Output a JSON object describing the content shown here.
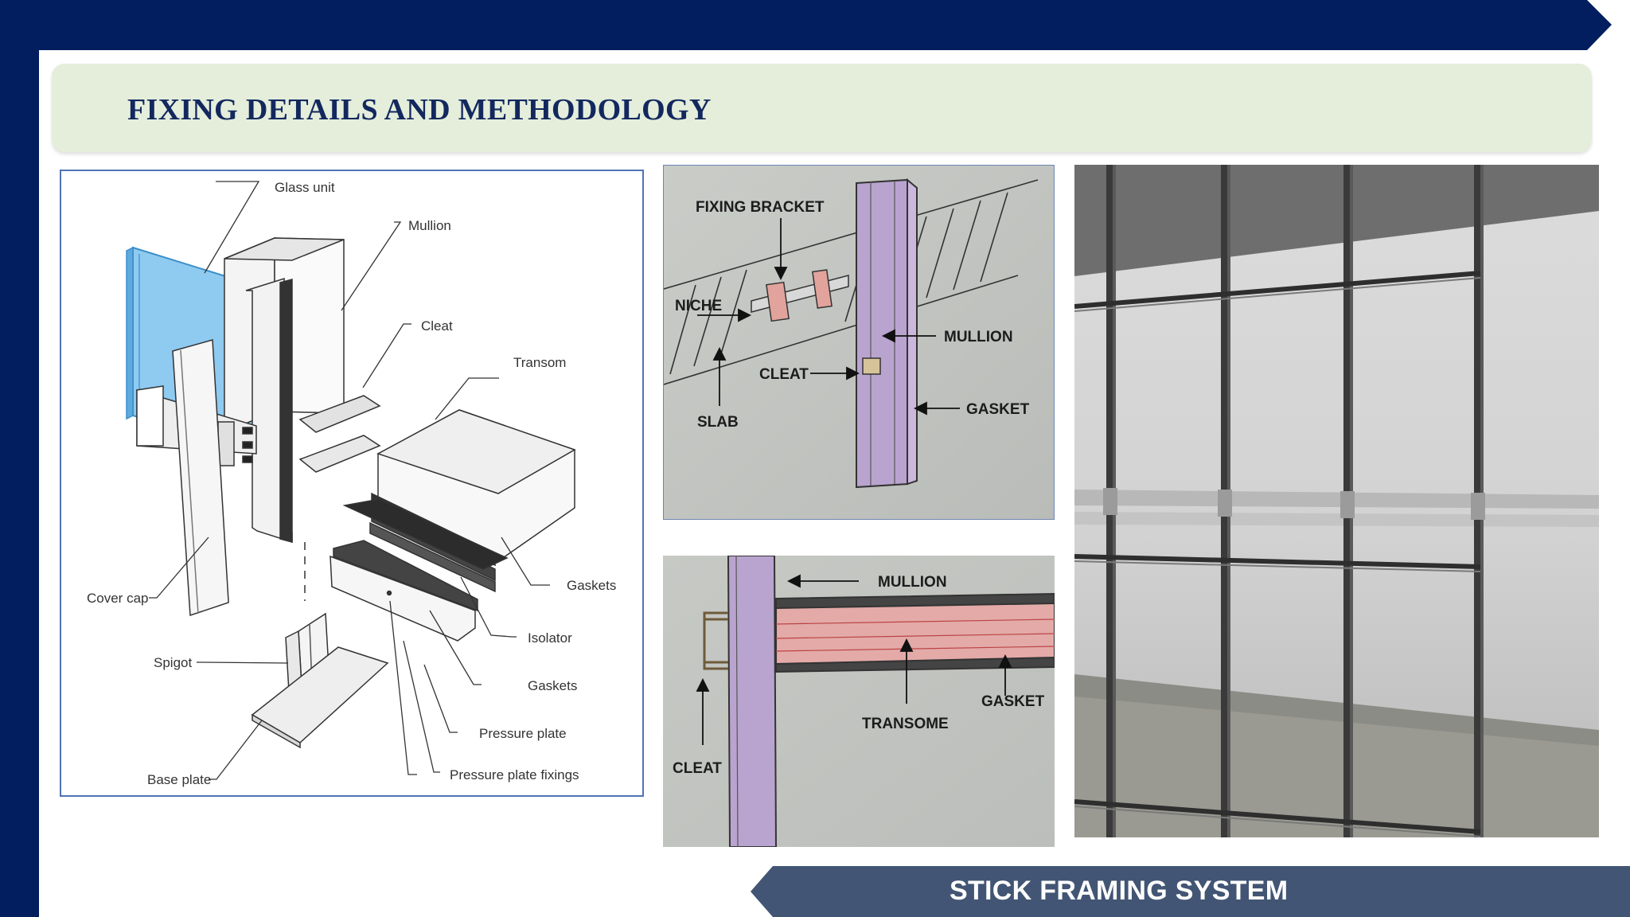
{
  "slide": {
    "title": "FIXING DETAILS AND METHODOLOGY",
    "footer": "STICK FRAMING SYSTEM"
  },
  "exploded_diagram": {
    "labels": {
      "glass_unit": "Glass unit",
      "mullion": "Mullion",
      "cleat": "Cleat",
      "transom": "Transom",
      "gaskets_top": "Gaskets",
      "isolator": "Isolator",
      "gaskets_bottom": "Gaskets",
      "pressure_plate": "Pressure plate",
      "pressure_plate_fixings": "Pressure plate fixings",
      "cover_cap": "Cover cap",
      "spigot": "Spigot",
      "base_plate": "Base plate"
    }
  },
  "sketch_top": {
    "labels": {
      "fixing_bracket": "FIXING BRACKET",
      "niche": "NICHE",
      "mullion": "MULLION",
      "cleat": "CLEAT",
      "gasket": "GASKET",
      "slab": "SLAB"
    }
  },
  "sketch_bottom": {
    "labels": {
      "mullion": "MULLION",
      "transome": "TRANSOME",
      "gasket": "GASKET",
      "cleat": "CLEAT"
    }
  },
  "colors": {
    "navy": "#031e5e",
    "title_box": "#e4eedb",
    "footer_band": "#425574",
    "glass_blue": "#7ec3ef"
  }
}
